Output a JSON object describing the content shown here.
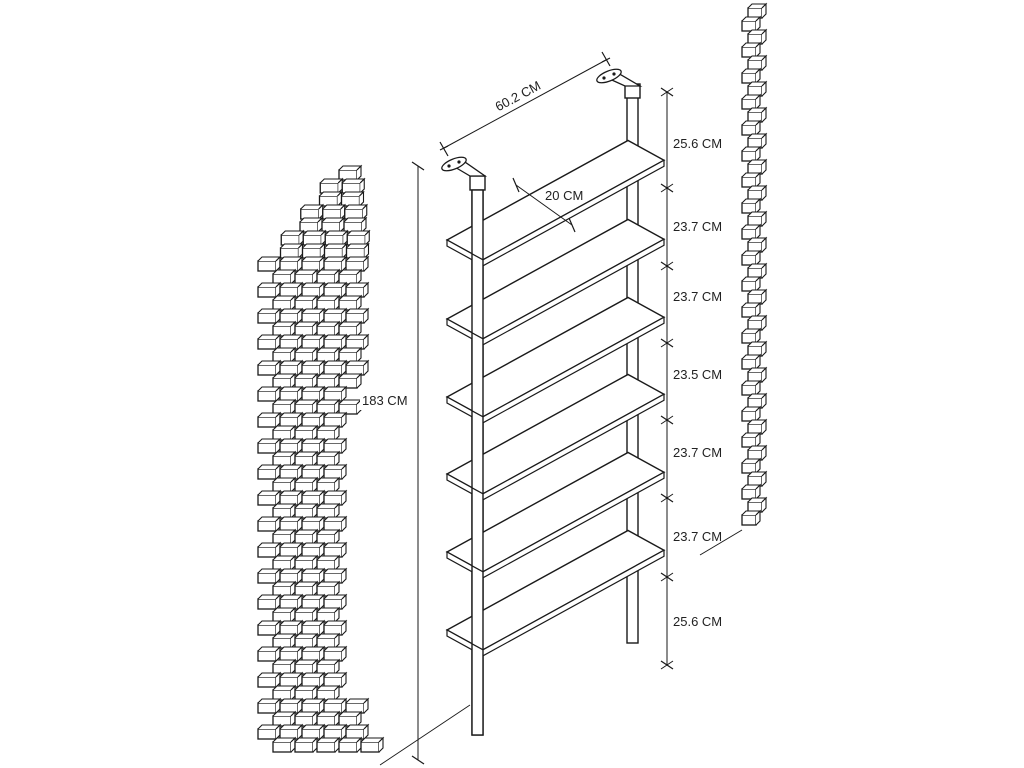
{
  "diagram": {
    "width_label": "60.2 CM",
    "depth_label": "20 CM",
    "height_label": "183 CM",
    "shelf_gap_labels": [
      "25.6 CM",
      "23.7 CM",
      "23.7 CM",
      "23.5 CM",
      "23.7 CM",
      "23.7 CM",
      "25.6 CM"
    ]
  },
  "colors": {
    "line": "#1a1a1a",
    "shelf_fill": "#ffffff",
    "brick_fill": "#ffffff"
  }
}
